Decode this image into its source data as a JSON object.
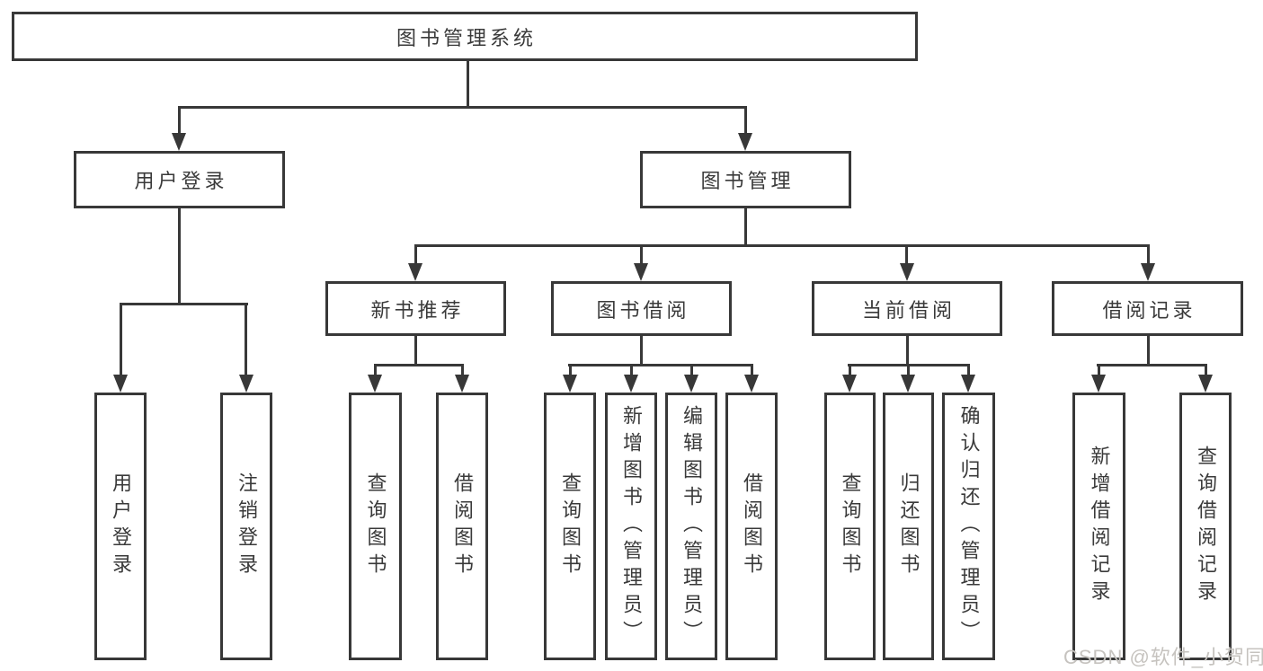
{
  "diagram": {
    "root": {
      "label": "图书管理系统"
    },
    "level2": [
      {
        "label": "用户登录"
      },
      {
        "label": "图书管理"
      }
    ],
    "level3": [
      {
        "label": "新书推荐"
      },
      {
        "label": "图书借阅"
      },
      {
        "label": "当前借阅"
      },
      {
        "label": "借阅记录"
      }
    ],
    "leaves": [
      {
        "label": "用户登录",
        "parent": "用户登录"
      },
      {
        "label": "注销登录",
        "parent": "用户登录"
      },
      {
        "label": "查询图书",
        "parent": "新书推荐"
      },
      {
        "label": "借阅图书",
        "parent": "新书推荐"
      },
      {
        "label": "查询图书",
        "parent": "图书借阅"
      },
      {
        "label": "新增图书（管理员）",
        "parent": "图书借阅"
      },
      {
        "label": "编辑图书（管理员）",
        "parent": "图书借阅"
      },
      {
        "label": "借阅图书",
        "parent": "图书借阅"
      },
      {
        "label": "查询图书",
        "parent": "当前借阅"
      },
      {
        "label": "归还图书",
        "parent": "当前借阅"
      },
      {
        "label": "确认归还（管理员）",
        "parent": "当前借阅"
      },
      {
        "label": "新增借阅记录",
        "parent": "借阅记录"
      },
      {
        "label": "查询借阅记录",
        "parent": "借阅记录"
      }
    ],
    "watermark": "CSDN @软件_小贺同学",
    "colors": {
      "line": "#383838",
      "text": "#3a3a3a",
      "box_background": "#ffffff",
      "page_background": "#ffffff",
      "watermark": "#c6c3bf"
    }
  }
}
